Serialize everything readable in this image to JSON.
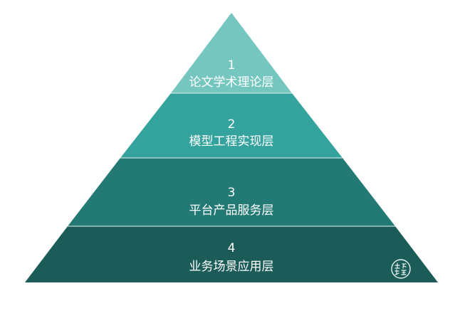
{
  "pyramid": {
    "layers": [
      {
        "number": "1",
        "label": "论文学术理论层",
        "color": "#74c6bf"
      },
      {
        "number": "2",
        "label": "模型工程实现层",
        "color": "#35a39d"
      },
      {
        "number": "3",
        "label": "平台产品服务层",
        "color": "#237a75"
      },
      {
        "number": "4",
        "label": "业务场景应用层",
        "color": "#1b5c58"
      }
    ],
    "separator_color": "#e8f3f1"
  }
}
